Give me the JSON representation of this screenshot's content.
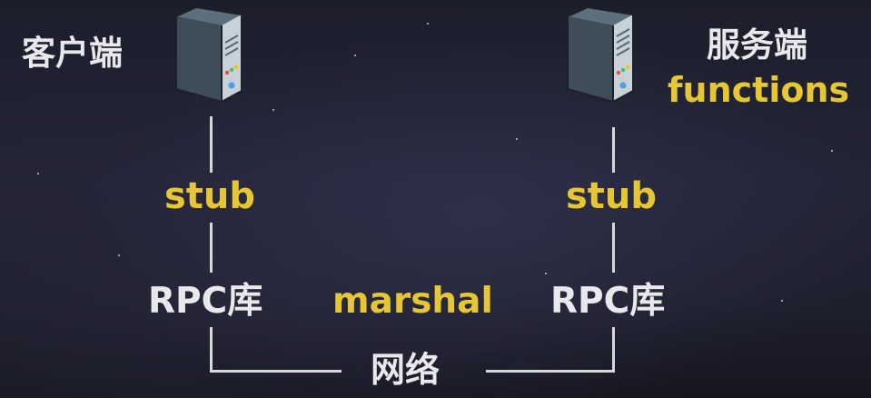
{
  "client": {
    "label": "客户端",
    "stub": "stub",
    "rpc_lib": "RPC库"
  },
  "server": {
    "label": "服务端",
    "functions": "functions",
    "stub": "stub",
    "rpc_lib": "RPC库"
  },
  "middle": {
    "marshal": "marshal",
    "network": "网络"
  },
  "colors": {
    "text": "#e9e9ec",
    "accent": "#e7c634",
    "line": "#d8d8dc"
  },
  "icons": {
    "client_server": "server-icon",
    "remote_server": "server-icon"
  }
}
